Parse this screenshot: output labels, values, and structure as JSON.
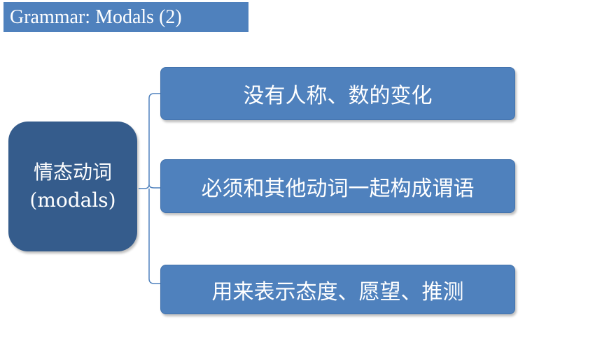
{
  "header": {
    "title": "Grammar: Modals (2)"
  },
  "diagram": {
    "root": {
      "line1": "情态动词",
      "line2": "(modals)"
    },
    "children": [
      {
        "label": "没有人称、数的变化"
      },
      {
        "label": "必须和其他动词一起构成谓语"
      },
      {
        "label": "用来表示态度、愿望、推测"
      }
    ]
  },
  "colors": {
    "title_bg": "#4f81bd",
    "root_fill": "#355c8c",
    "child_fill": "#4f81bd",
    "connector": "#4f81bd",
    "text": "#ffffff"
  }
}
